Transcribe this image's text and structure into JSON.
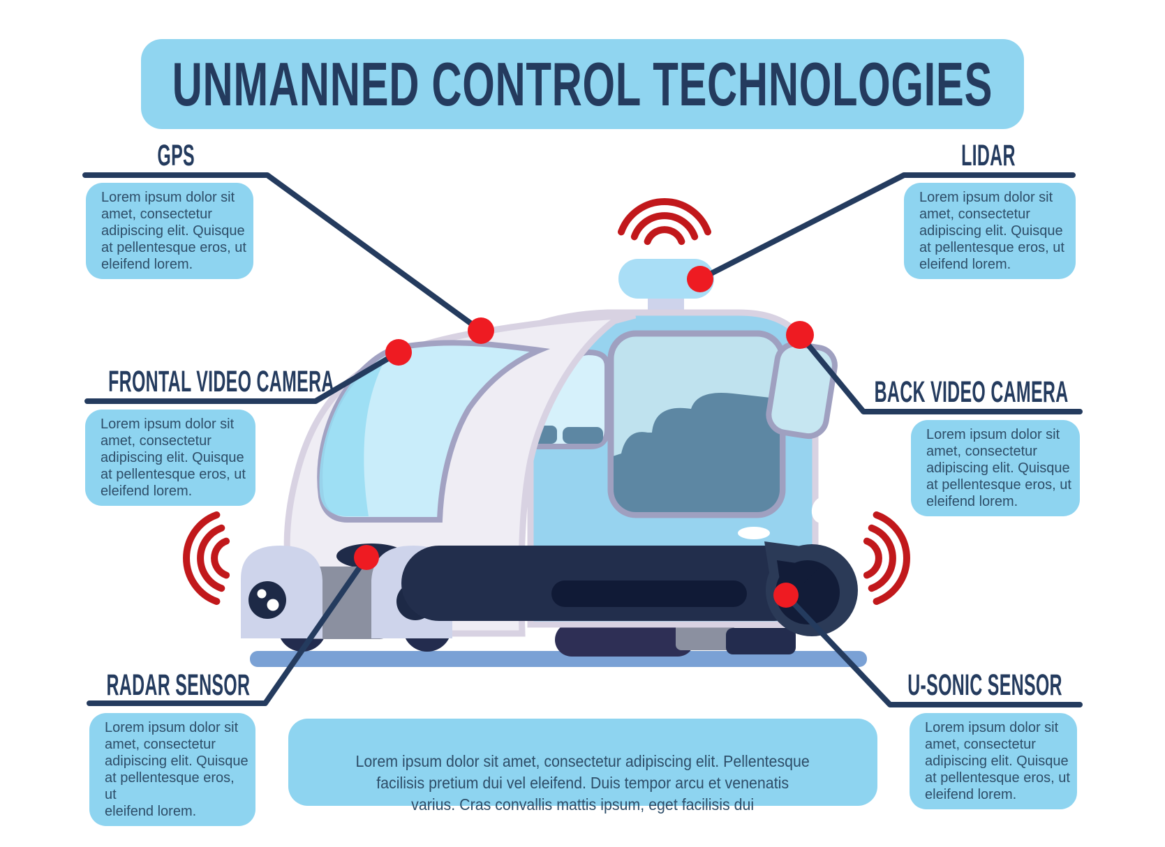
{
  "title": "UNMANNED CONTROL TECHNOLOGIES",
  "callouts": {
    "gps": {
      "label": "GPS",
      "text": "Lorem ipsum dolor sit\namet, consectetur\nadipiscing elit. Quisque\nat pellentesque eros, ut\neleifend lorem."
    },
    "lidar": {
      "label": "LIDAR",
      "text": "Lorem ipsum dolor sit\namet, consectetur\nadipiscing elit. Quisque\nat pellentesque eros, ut\neleifend lorem."
    },
    "frontal_camera": {
      "label": "FRONTAL VIDEO CAMERA",
      "text": "Lorem ipsum dolor sit\namet, consectetur\nadipiscing elit. Quisque\nat pellentesque eros, ut\neleifend lorem."
    },
    "back_camera": {
      "label": "BACK VIDEO CAMERA",
      "text": "Lorem ipsum dolor sit\namet, consectetur\nadipiscing elit. Quisque\nat pellentesque eros, ut\neleifend lorem."
    },
    "radar": {
      "label": "RADAR SENSOR",
      "text": "Lorem ipsum dolor sit\namet, consectetur\nadipiscing elit. Quisque\nat pellentesque eros, ut\neleifend lorem."
    },
    "usonic": {
      "label": "U-SONIC SENSOR",
      "text": "Lorem ipsum dolor sit\namet, consectetur\nadipiscing elit. Quisque\nat pellentesque eros, ut\neleifend lorem."
    }
  },
  "summary": "Lorem ipsum dolor sit amet, consectetur adipiscing elit. Pellentesque\nfacilisis pretium dui vel eleifend. Duis tempor arcu et venenatis\nvarius. Cras convallis mattis ipsum, eget facilisis dui",
  "vehicle": {
    "sensor_points": [
      "gps",
      "frontal-video-camera",
      "lidar",
      "back-video-camera",
      "radar-sensor",
      "u-sonic-sensor"
    ],
    "signal_wave_locations": [
      "above-lidar",
      "front-left",
      "rear-right"
    ]
  },
  "colors": {
    "box_blue": "#8ed4f0",
    "navy": "#243b5e",
    "red_dot": "#ee1b22",
    "red_wave": "#c1181b",
    "ground_bar": "#7aa1d5",
    "cabin_blue": "#97d3ef",
    "body_white": "#efedf4"
  }
}
